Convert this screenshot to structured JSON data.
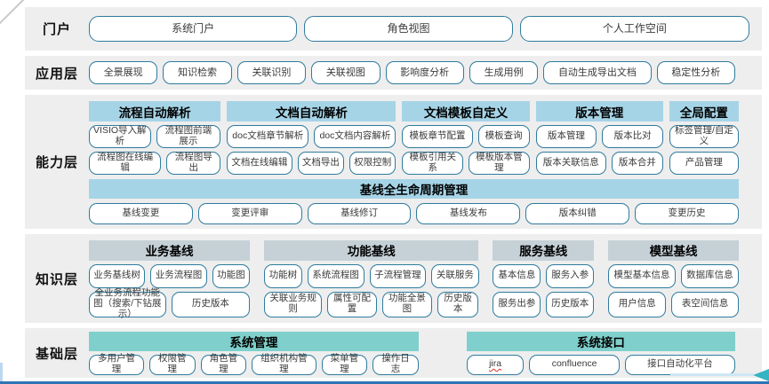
{
  "diagram": {
    "layers": [
      {
        "id": "portal",
        "label": "门户",
        "buttons": [
          "系统门户",
          "角色视图",
          "个人工作空间"
        ]
      },
      {
        "id": "application",
        "label": "应用层",
        "buttons": [
          "全景展现",
          "知识检索",
          "关联识别",
          "关联视图",
          "影响度分析",
          "生成用例",
          "自动生成导出文档",
          "稳定性分析"
        ]
      },
      {
        "id": "capability",
        "label": "能力层",
        "groups": [
          {
            "title": "流程自动解析",
            "rows": [
              [
                "VISIO导入解析",
                "流程图前端展示"
              ],
              [
                "流程图在线编辑",
                "流程图导出"
              ]
            ]
          },
          {
            "title": "文档自动解析",
            "rows": [
              [
                "doc文档章节解析",
                "doc文档内容解析"
              ],
              [
                "文档在线编辑",
                "文档导出",
                "权限控制"
              ]
            ]
          },
          {
            "title": "文档模板自定义",
            "rows": [
              [
                "模板章节配置",
                "模板查询"
              ],
              [
                "模板引用关系",
                "模板版本管理"
              ]
            ]
          },
          {
            "title": "版本管理",
            "rows": [
              [
                "版本管理",
                "版本比对"
              ],
              [
                "版本关联信息",
                "版本合并"
              ]
            ]
          },
          {
            "title": "全局配置",
            "rows": [
              [
                "标签管理/自定义"
              ],
              [
                "产品管理"
              ]
            ]
          }
        ],
        "baseline": {
          "title": "基线全生命周期管理",
          "buttons": [
            "基线变更",
            "变更评审",
            "基线修订",
            "基线发布",
            "版本纠错",
            "变更历史"
          ]
        }
      },
      {
        "id": "knowledge",
        "label": "知识层",
        "groups": [
          {
            "title": "业务基线",
            "rows": [
              [
                "业务基线树",
                "业务流程图",
                "功能图"
              ],
              [
                "全业务流程功能图（搜索/下钻展示）",
                "历史版本"
              ]
            ]
          },
          {
            "title": "功能基线",
            "rows": [
              [
                "功能树",
                "系统流程图",
                "子流程管理",
                "关联服务"
              ],
              [
                "关联业务规则",
                "属性可配置",
                "功能全景图",
                "历史版本"
              ]
            ]
          },
          {
            "title": "服务基线",
            "rows": [
              [
                "基本信息",
                "服务入参"
              ],
              [
                "服务出参",
                "历史版本"
              ]
            ]
          },
          {
            "title": "模型基线",
            "rows": [
              [
                "模型基本信息",
                "数据库信息"
              ],
              [
                "用户信息",
                "表空间信息"
              ]
            ]
          }
        ]
      },
      {
        "id": "foundation",
        "label": "基础层",
        "groups": [
          {
            "title": "系统管理",
            "rows": [
              [
                "多用户管理",
                "权限管理",
                "角色管理",
                "组织机构管理",
                "菜单管理",
                "操作日志"
              ]
            ]
          },
          {
            "title": "系统接口",
            "rows": [
              [
                "jira",
                "confluence",
                "接口自动化平台"
              ]
            ]
          }
        ]
      }
    ],
    "colors": {
      "band_bg": "#EEEEEE",
      "box_border": "#2E7B9E",
      "capability_header_bg": "#A6D4E7",
      "knowledge_header_bg": "#C5D1D7",
      "foundation_header_bg": "#7FD0CC",
      "baseline_header_bg": "#A6D4E7",
      "bottom_line": "#2E74B5",
      "arrow": "#35B4C3"
    }
  }
}
